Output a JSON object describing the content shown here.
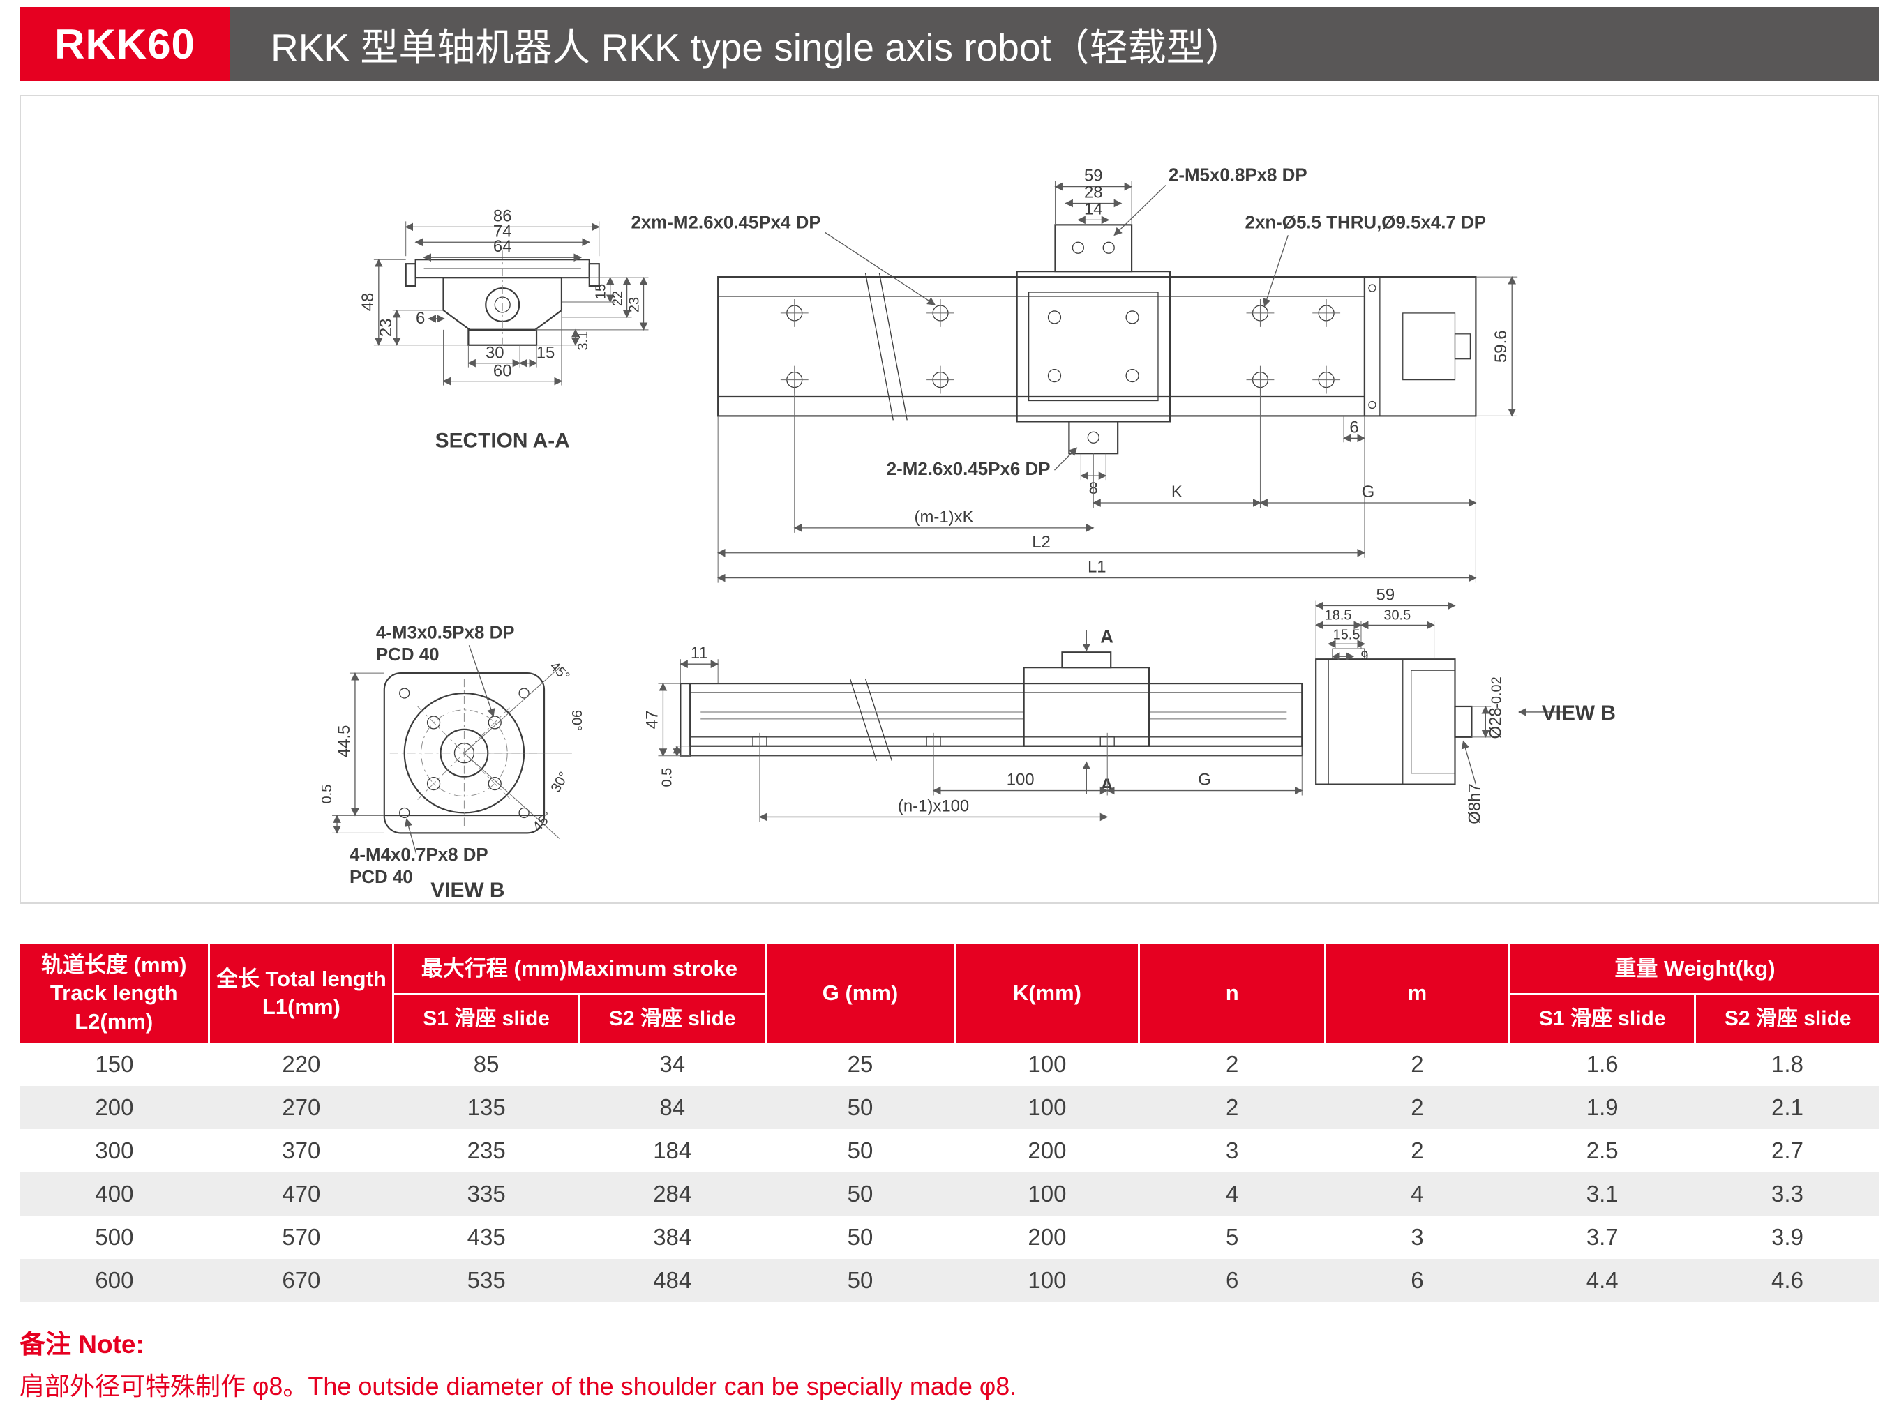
{
  "colors": {
    "accent_red": "#e60021",
    "header_gray": "#595757",
    "row_alt": "#ededed",
    "ink": "#3f3f3f",
    "border_gray": "#d9d9d9"
  },
  "header": {
    "model": "RKK60",
    "title": "RKK 型单轴机器人 RKK type single axis robot（轻载型）"
  },
  "drawing": {
    "section": {
      "caption": "SECTION A-A",
      "dim86": "86",
      "dim74": "74",
      "dim64": "64",
      "dim48": "48",
      "dim23_left": "23",
      "dim6": "6",
      "dim30": "30",
      "dim15_bottom": "15",
      "dim60": "60",
      "dim3_1": "3.1",
      "dim15_right": "15",
      "dim22": "22",
      "dim23_right": "23"
    },
    "plan": {
      "callout_m26x4": "2xm-M2.6x0.45Px4 DP",
      "callout_m5": "2-M5x0.8Px8 DP",
      "callout_thru": "2xn-Ø5.5 THRU,Ø9.5x4.7 DP",
      "callout_m26x6": "2-M2.6x0.45Px6 DP",
      "dim59": "59",
      "dim28": "28",
      "dim14": "14",
      "dim59_6": "59.6",
      "dim8": "8",
      "dim6": "6",
      "dimK": "K",
      "dimG": "G",
      "dim_mk": "(m-1)xK",
      "dimL2": "L2",
      "dimL1": "L1"
    },
    "flange": {
      "caption": "VIEW B",
      "callout_m3": "4-M3x0.5Px8 DP",
      "pcd40_top": "PCD 40",
      "callout_m4": "4-M4x0.7Px8 DP",
      "pcd40_bottom": "PCD 40",
      "dim44_5": "44.5",
      "dim0_5": "0.5",
      "ang45_top": "45°",
      "ang90": "90°",
      "ang30": "30°",
      "ang45_bottom": "45°"
    },
    "side": {
      "dim11": "11",
      "dim47": "47",
      "dim0_5": "0.5",
      "secA_top": "A",
      "secA_bottom": "A",
      "dim100": "100",
      "dimG": "G",
      "dim_n100": "(n-1)x100"
    },
    "end": {
      "caption": "VIEW B",
      "dim59": "59",
      "dim18_5": "18.5",
      "dim30_5": "30.5",
      "dim15_5": "15.5",
      "dim9": "9",
      "dia28": "Ø28",
      "dia28_tol": "-0.02",
      "dia8h7": "Ø8h7"
    }
  },
  "table": {
    "headers": {
      "track_l1": "轨道长度 (mm)",
      "track_l2": "Track length",
      "track_l3": "L2(mm)",
      "total_l1": "全长 Total length",
      "total_l2": "L1(mm)",
      "stroke": "最大行程 (mm)Maximum stroke",
      "stroke_s1": "S1 滑座 slide",
      "stroke_s2": "S2 滑座 slide",
      "g": "G  (mm)",
      "k": "K(mm)",
      "n": "n",
      "m": "m",
      "weight": "重量 Weight(kg)",
      "weight_s1": "S1 滑座 slide",
      "weight_s2": "S2 滑座 slide"
    },
    "rows": [
      [
        "150",
        "220",
        "85",
        "34",
        "25",
        "100",
        "2",
        "2",
        "1.6",
        "1.8"
      ],
      [
        "200",
        "270",
        "135",
        "84",
        "50",
        "100",
        "2",
        "2",
        "1.9",
        "2.1"
      ],
      [
        "300",
        "370",
        "235",
        "184",
        "50",
        "200",
        "3",
        "2",
        "2.5",
        "2.7"
      ],
      [
        "400",
        "470",
        "335",
        "284",
        "50",
        "100",
        "4",
        "4",
        "3.1",
        "3.3"
      ],
      [
        "500",
        "570",
        "435",
        "384",
        "50",
        "200",
        "5",
        "3",
        "3.7",
        "3.9"
      ],
      [
        "600",
        "670",
        "535",
        "484",
        "50",
        "100",
        "6",
        "6",
        "4.4",
        "4.6"
      ]
    ]
  },
  "note": {
    "title": "备注 Note:",
    "body": "肩部外径可特殊制作 φ8。The outside diameter of the shoulder can be specially made φ8."
  }
}
